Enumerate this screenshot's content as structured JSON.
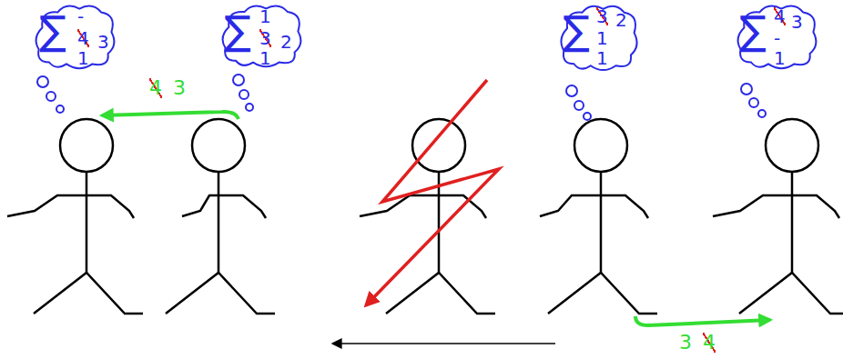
{
  "diagram": {
    "nodes": [
      {
        "text": [
          "∑",
          "-",
          "4",
          "3",
          "1"
        ]
      },
      {
        "text": [
          "∑",
          "1",
          "3",
          "2",
          "1"
        ]
      },
      {
        "text": [
          "∑",
          "3",
          "2",
          "1",
          "1"
        ]
      },
      {
        "text": [
          "∑",
          "4",
          "3",
          "-",
          "1"
        ]
      }
    ],
    "labels": [
      "4",
      "3",
      "3",
      "4"
    ]
  }
}
